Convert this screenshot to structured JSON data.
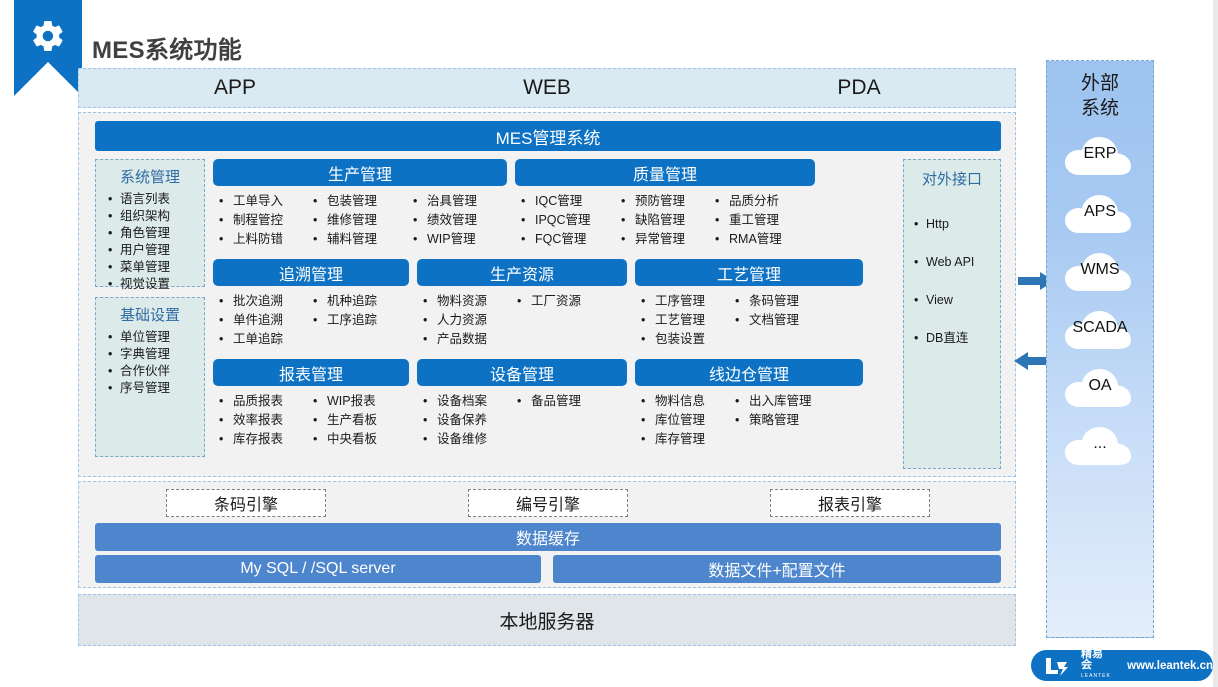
{
  "header": {
    "title": "MES系统功能",
    "gear_icon": "gear-icon"
  },
  "channels": [
    "APP",
    "WEB",
    "PDA"
  ],
  "mes_bar": "MES管理系统",
  "side_boxes": [
    {
      "title": "系统管理",
      "items": [
        "语言列表",
        "组织架构",
        "角色管理",
        "用户管理",
        "菜单管理",
        "视觉设置"
      ]
    },
    {
      "title": "基础设置",
      "items": [
        "单位管理",
        "字典管理",
        "合作伙伴",
        "序号管理"
      ]
    }
  ],
  "modules": {
    "production": {
      "title": "生产管理",
      "columns": [
        [
          "工单导入",
          "制程管控",
          "上料防错"
        ],
        [
          "包装管理",
          "维修管理",
          "辅料管理"
        ],
        [
          "治具管理",
          "绩效管理",
          "WIP管理"
        ]
      ]
    },
    "quality": {
      "title": "质量管理",
      "columns": [
        [
          "IQC管理",
          "IPQC管理",
          "FQC管理"
        ],
        [
          "预防管理",
          "缺陷管理",
          "异常管理"
        ],
        [
          "品质分析",
          "重工管理",
          "RMA管理"
        ]
      ]
    },
    "trace": {
      "title": "追溯管理",
      "columns": [
        [
          "批次追溯",
          "单件追溯",
          "工单追踪"
        ],
        [
          "机种追踪",
          "工序追踪"
        ]
      ]
    },
    "resource": {
      "title": "生产资源",
      "columns": [
        [
          "物料资源",
          "人力资源",
          "产品数据"
        ],
        [
          "工厂资源"
        ]
      ]
    },
    "craft": {
      "title": "工艺管理",
      "columns": [
        [
          "工序管理",
          "工艺管理",
          "包装设置"
        ],
        [
          "条码管理",
          "文档管理"
        ]
      ]
    },
    "report": {
      "title": "报表管理",
      "columns": [
        [
          "品质报表",
          "效率报表",
          "库存报表"
        ],
        [
          "WIP报表",
          "生产看板",
          "中央看板"
        ]
      ]
    },
    "equipment": {
      "title": "设备管理",
      "columns": [
        [
          "设备档案",
          "设备保养",
          "设备维修"
        ],
        [
          "备品管理"
        ]
      ]
    },
    "lineside": {
      "title": "线边仓管理",
      "columns": [
        [
          "物料信息",
          "库位管理",
          "库存管理"
        ],
        [
          "出入库管理",
          "策略管理"
        ]
      ]
    }
  },
  "api_box": {
    "title": "对外接口",
    "items": [
      "Http",
      "Web API",
      "View",
      "DB直连"
    ]
  },
  "arrows": {
    "right": "arrow-right-icon",
    "left": "arrow-left-icon"
  },
  "engines": [
    "条码引擎",
    "编号引擎",
    "报表引擎"
  ],
  "cache_bar": "数据缓存",
  "databases": [
    "My SQL / /SQL server",
    "数据文件+配置文件"
  ],
  "local_server": "本地服务器",
  "external": {
    "title_line1": "外部",
    "title_line2": "系统",
    "systems": [
      "ERP",
      "APS",
      "WMS",
      "SCADA",
      "OA",
      "..."
    ]
  },
  "logo": {
    "brand_cn": "精易会",
    "brand_sub": "LEANTEK",
    "url": "www.leantek.cn"
  },
  "colors": {
    "primary_blue": "#0d72c4",
    "medium_blue": "#4e86cd",
    "channel_bg": "#daeaf2",
    "panel_bg": "#f2f2f2",
    "side_bg": "#dcebe9",
    "server_bg": "#dfe5e8"
  }
}
